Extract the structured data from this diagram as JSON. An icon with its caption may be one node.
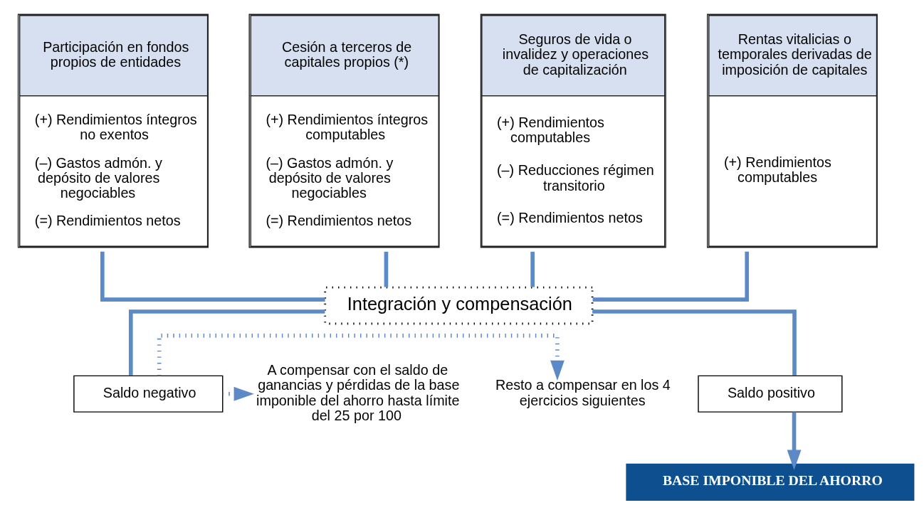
{
  "diagram": {
    "nodes": [
      {
        "text": [
          "Participación en fondos propios de entidades",
          "(+) Rendimientos íntegros no exentos",
          "(–) Gastos admón. y depósito de valores negociables",
          "(=) Rendimientos netos"
        ]
      },
      {
        "text": [
          "Cesión a terceros de capitales propios (*)",
          "(+) Rendimientos íntegros computables",
          "(–) Gastos admón. y depósito de valores negociables",
          "(=) Rendimientos netos"
        ]
      },
      {
        "text": [
          "Seguros de vida o invalidez y operaciones de capitalización",
          "(+) Rendimientos computables",
          "(–) Reducciones régimen transitorio",
          "(=) Rendimientos netos"
        ]
      },
      {
        "text": [
          "Rentas vitalicias o temporales derivadas de imposición de capitales",
          "(+) Rendimientos computables"
        ]
      },
      {
        "text": [
          "Integración y compensación"
        ]
      },
      {
        "text": [
          "Saldo negativo"
        ]
      },
      {
        "text": [
          "Saldo positivo"
        ]
      },
      {
        "text": [
          "BASE IMPONIBLE DEL AHORRO"
        ]
      },
      {
        "text": [
          "A compensar con el saldo de ganancias y pérdidas de la base imponible del ahorro hasta límite del 25 por 100"
        ]
      },
      {
        "text": [
          "Resto a compensar en los 4 ejercicios siguientes"
        ]
      }
    ],
    "edges": [
      {
        "from": 0,
        "to": 4,
        "arrow": "none"
      },
      {
        "from": 1,
        "to": 4,
        "arrow": "none"
      },
      {
        "from": 2,
        "to": 4,
        "arrow": "none"
      },
      {
        "from": 3,
        "to": 4,
        "arrow": "none"
      },
      {
        "from": 4,
        "to": 5,
        "arrow": "none"
      },
      {
        "from": 4,
        "to": 6,
        "arrow": "none"
      },
      {
        "from": 6,
        "to": 7,
        "arrow": "to"
      },
      {
        "from": 5,
        "to": 8,
        "arrow": "to",
        "style": "dashed"
      },
      {
        "from": 5,
        "to": 9,
        "arrow": "to",
        "style": "dashed"
      }
    ]
  }
}
